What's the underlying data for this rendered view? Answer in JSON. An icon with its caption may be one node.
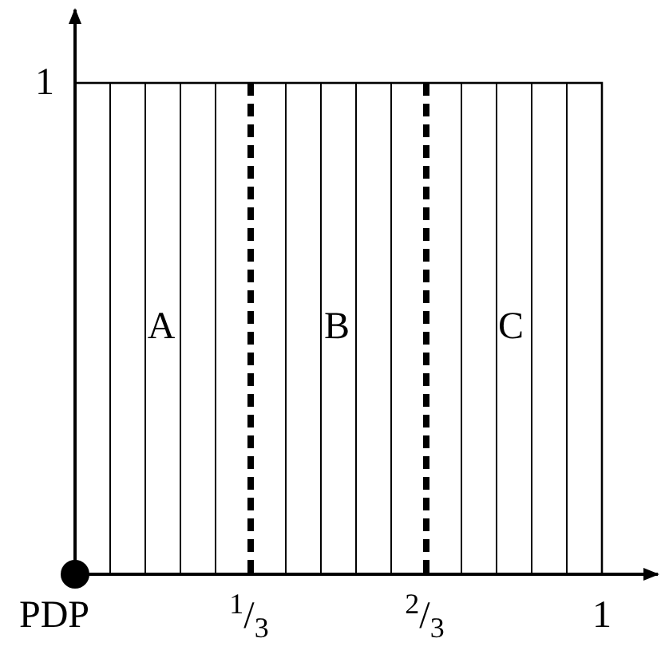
{
  "diagram": {
    "labels": [
      "1",
      "A",
      "B",
      "C",
      "PDP",
      "$^{1}$/$_{3}$",
      "$^{2}$/$_{3}$",
      "1"
    ]
  }
}
